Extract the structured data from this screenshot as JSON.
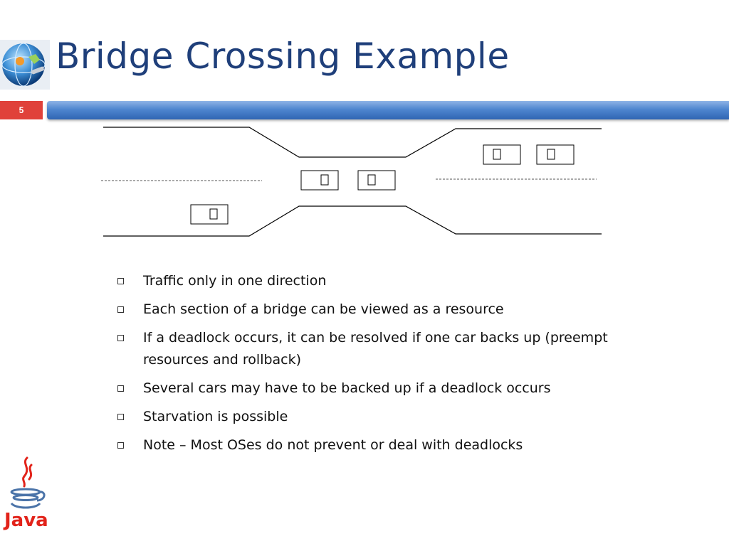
{
  "slide": {
    "title": "Bridge Crossing Example",
    "number": "5"
  },
  "bullets": [
    "Traffic only in one direction",
    "Each section of a bridge can be viewed as a resource",
    "If a deadlock occurs, it can be resolved if one car backs up (preempt resources and rollback)",
    "Several cars may have to be backed up if a deadlock occurs",
    "Starvation is possible",
    "Note – Most OSes do not prevent or deal with deadlocks"
  ],
  "footer": {
    "java_logo_text": "Java"
  },
  "colors": {
    "title": "#1f3f7a",
    "slide_number_bg": "#e0413a",
    "rule_bar": "#3f74c4",
    "java_red": "#e2231a",
    "java_blue": "#4a73a8"
  },
  "icons": {
    "top_left_logo": "globe-logo-icon",
    "car_symbol": "missing-glyph-box-icon",
    "footer_logo": "java-logo-icon"
  }
}
